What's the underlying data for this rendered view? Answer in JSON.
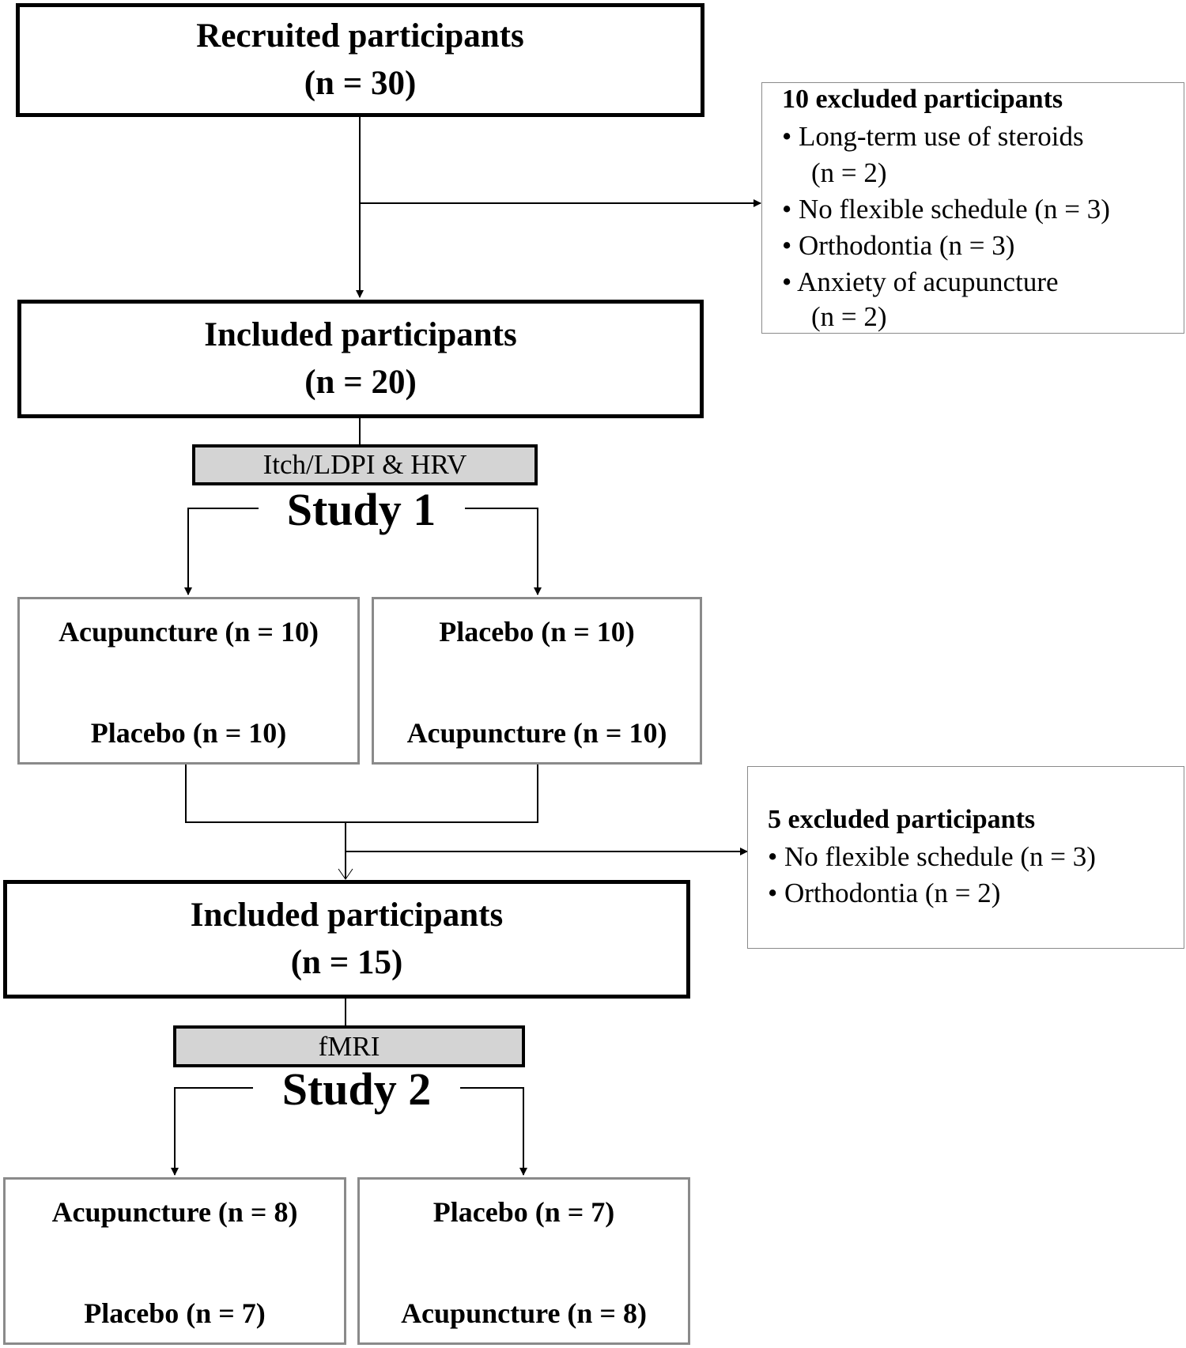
{
  "recruited": {
    "title": "Recruited participants",
    "count": "(n = 30)"
  },
  "excluded1": {
    "title": "10 excluded participants",
    "items": [
      "• Long-term use of steroids",
      "(n = 2)",
      "• No flexible schedule (n = 3)",
      "• Orthodontia (n = 3)",
      "• Anxiety of acupuncture",
      "(n = 2)"
    ]
  },
  "included1": {
    "title": "Included participants",
    "count": "(n = 20)"
  },
  "study1": {
    "measure": "Itch/LDPI & HRV",
    "label": "Study 1",
    "arm_left": {
      "first": "Acupuncture (n = 10)",
      "second": "Placebo (n = 10)"
    },
    "arm_right": {
      "first": "Placebo (n = 10)",
      "second": "Acupuncture (n = 10)"
    }
  },
  "excluded2": {
    "title": "5 excluded participants",
    "items": [
      "• No flexible schedule (n = 3)",
      "• Orthodontia (n = 2)"
    ]
  },
  "included2": {
    "title": "Included participants",
    "count": "(n = 15)"
  },
  "study2": {
    "measure": "fMRI",
    "label": "Study 2",
    "arm_left": {
      "first": "Acupuncture (n = 8)",
      "second": "Placebo (n = 7)"
    },
    "arm_right": {
      "first": "Placebo (n = 7)",
      "second": "Acupuncture (n = 8)"
    }
  }
}
